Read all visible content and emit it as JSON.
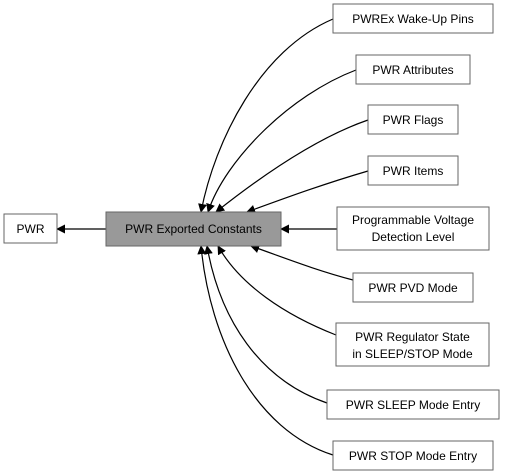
{
  "diagram": {
    "parent": {
      "label": "PWR"
    },
    "current": {
      "label": "PWR Exported Constants"
    },
    "children": [
      {
        "lines": [
          "PWREx Wake-Up Pins"
        ]
      },
      {
        "lines": [
          "PWR Attributes"
        ]
      },
      {
        "lines": [
          "PWR Flags"
        ]
      },
      {
        "lines": [
          "PWR Items"
        ]
      },
      {
        "lines": [
          "Programmable Voltage",
          "Detection Level"
        ]
      },
      {
        "lines": [
          "PWR PVD Mode"
        ]
      },
      {
        "lines": [
          "PWR Regulator State",
          "in SLEEP/STOP Mode"
        ]
      },
      {
        "lines": [
          "PWR SLEEP Mode Entry"
        ]
      },
      {
        "lines": [
          "PWR STOP Mode Entry"
        ]
      }
    ]
  }
}
